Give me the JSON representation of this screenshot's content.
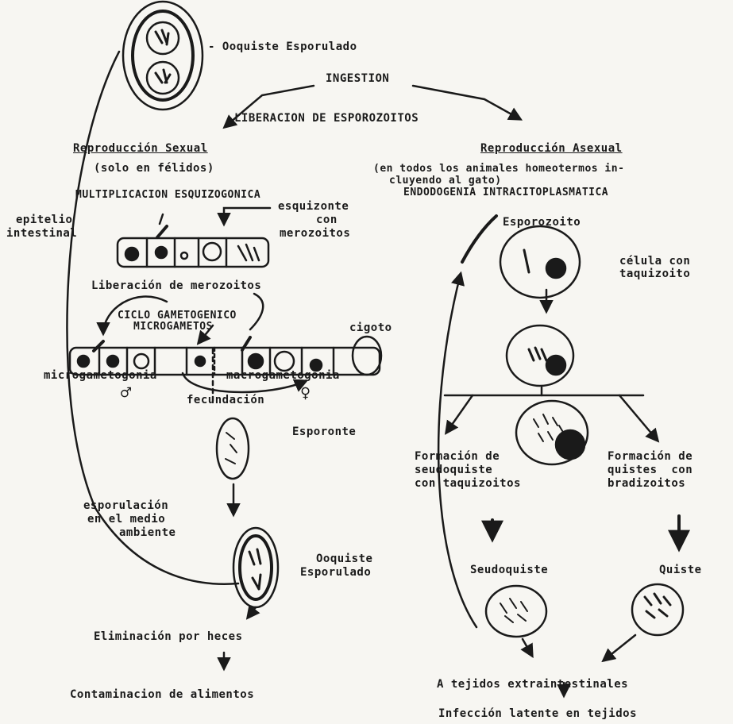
{
  "top_oocyst_label": "- Ooquiste Esporulado",
  "ingestion": "INGESTION",
  "release_sporozoites": "LIBERACION DE ESPOROZOITOS",
  "sexual": {
    "title": "Reproducción Sexual",
    "subtitle": "(solo en félidos)",
    "schizogony": "MULTIPLICACION ESQUIZOGONICA",
    "epithelium_1": "epitelio",
    "epithelium_2": "intestinal",
    "schizont_1": "esquizonte",
    "schizont_2": "con",
    "schizont_3": "merozoitos",
    "merozoite_release": "Liberación de merozoitos",
    "gametogonic_1": "CICLO GAMETOGENICO",
    "gametogonic_2": "MICROGAMETOS",
    "zygote": "cigoto",
    "microgametogony": "microgametogonia",
    "macrogametogony": "macrogametogonia",
    "male_symbol": "♂",
    "female_symbol": "♀",
    "fertilization": "fecundación",
    "sporont": "Esporonte",
    "sporulation_1": "esporulación",
    "sporulation_2": "en el medio",
    "sporulation_3": "ambiente",
    "oocyst_1": "Ooquiste",
    "oocyst_2": "Esporulado",
    "feces": "Eliminación por heces",
    "contamination": "Contaminacion de alimentos"
  },
  "asexual": {
    "title": "Reproducción Asexual",
    "subtitle_1": "(en todos los animales homeotermos in-",
    "subtitle_2": "cluyendo al gato)",
    "endodyogeny": "ENDODOGENIA INTRACITOPLASMATICA",
    "sporozoite": "Esporozoito",
    "cell_1": "célula con",
    "cell_2": "taquizoito",
    "pseudocyst_form_1": "Formación de",
    "pseudocyst_form_2": "seudoquiste",
    "pseudocyst_form_3": "con taquizoitos",
    "cyst_form_1": "Formación de",
    "cyst_form_2": "quistes  con",
    "cyst_form_3": "bradizoitos",
    "pseudocyst": "Seudoquiste",
    "cyst": "Quiste",
    "extraintestinal": "A tejidos extraintestinales",
    "latent": "Infección latente en tejidos"
  }
}
